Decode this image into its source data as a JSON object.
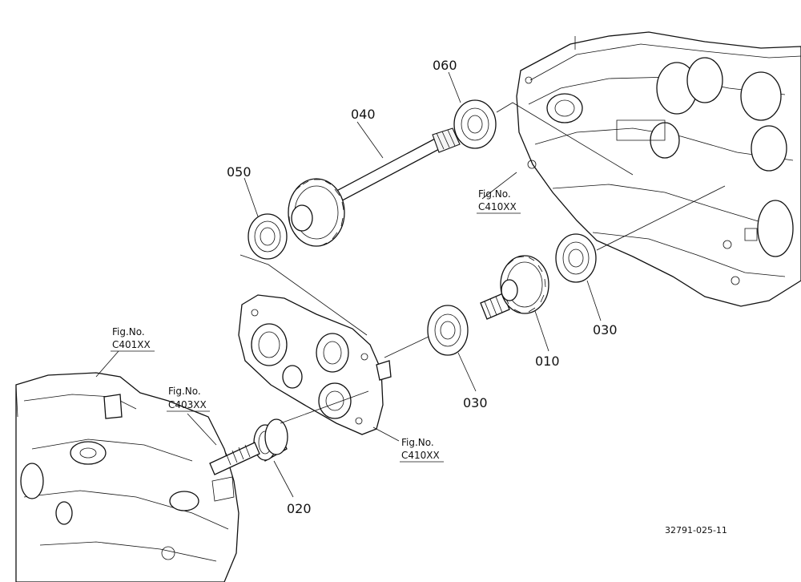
{
  "parts": {
    "p010": "010",
    "p020": "020",
    "p030a": "030",
    "p030b": "030",
    "p040": "040",
    "p050": "050",
    "p060": "060"
  },
  "figure_refs": {
    "ref_c410_top": {
      "label": "Fig.No.",
      "code": "C410XX"
    },
    "ref_c401": {
      "label": "Fig.No.",
      "code": "C401XX"
    },
    "ref_c403": {
      "label": "Fig.No.",
      "code": "C403XX"
    },
    "ref_c410_bottom": {
      "label": "Fig.No.",
      "code": "C410XX"
    }
  },
  "drawing_code": "32791-025-11"
}
